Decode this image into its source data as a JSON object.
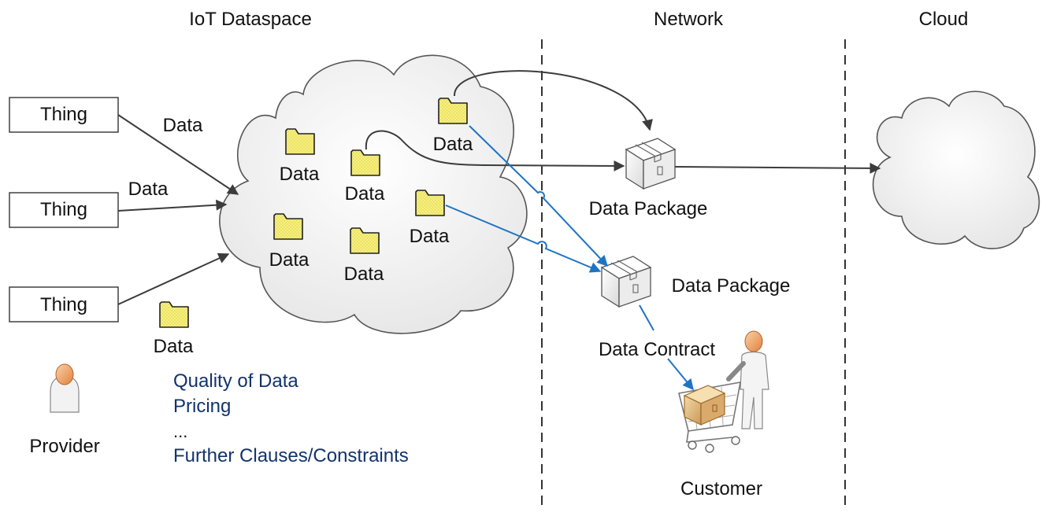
{
  "sections": {
    "iot_dataspace": "IoT Dataspace",
    "network": "Network",
    "cloud": "Cloud"
  },
  "things": [
    "Thing",
    "Thing",
    "Thing"
  ],
  "data_label": "Data",
  "data_package_label": "Data Package",
  "data_contract_label": "Data Contract",
  "provider_label": "Provider",
  "customer_label": "Customer",
  "clauses": {
    "quality": "Quality of Data",
    "pricing": "Pricing",
    "ellipsis": "...",
    "further": "Further Clauses/Constraints"
  },
  "colors": {
    "dark_arrow": "#3c3c3c",
    "blue_arrow": "#1f73c4",
    "folder_fill": "#f7f07a",
    "cloud_fill": "#f4f4f4",
    "clause_text": "#12336b"
  }
}
